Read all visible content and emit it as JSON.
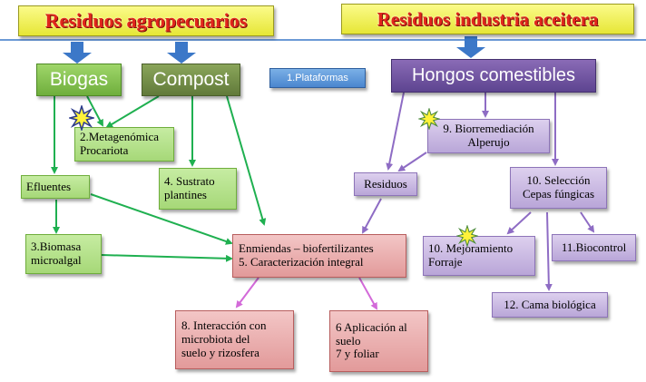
{
  "headers": {
    "left": "Residuos  agropecuarios",
    "right": "Residuos industria aceitera"
  },
  "nodes": {
    "biogas": "Biogas",
    "compost": "Compost",
    "plataformas": "1.Plataformas",
    "hongos": "Hongos comestibles",
    "metagenomica": "2.Metagenómica\nProcariota",
    "sustrato": "4. Sustrato\nplantines",
    "efluentes": "Efluentes",
    "biomasa": "3.Biomasa\nmicroalgal",
    "enmiendas": "Enmiendas – biofertilizantes\n5. Caracterización integral",
    "interaccion": "8. Interacción con\nmicrobiota del\nsuelo y rizosfera",
    "aplicacion": "6 Aplicación al\nsuelo\n7  y foliar",
    "biorremediacion": "9. Biorremediación\nAlperujo",
    "residuos": "Residuos",
    "seleccion": "10. Selección\nCepas fúngicas",
    "mejoramiento": "10. Mejoramiento\nForraje",
    "biocontrol": "11.Biocontrol",
    "cama": "12. Cama biológica"
  },
  "colors": {
    "green_arrow": "#1fb050",
    "purple_arrow": "#8e6cc4",
    "pink_arrow": "#d36ad9",
    "block_arrow": "#3c78c8"
  }
}
